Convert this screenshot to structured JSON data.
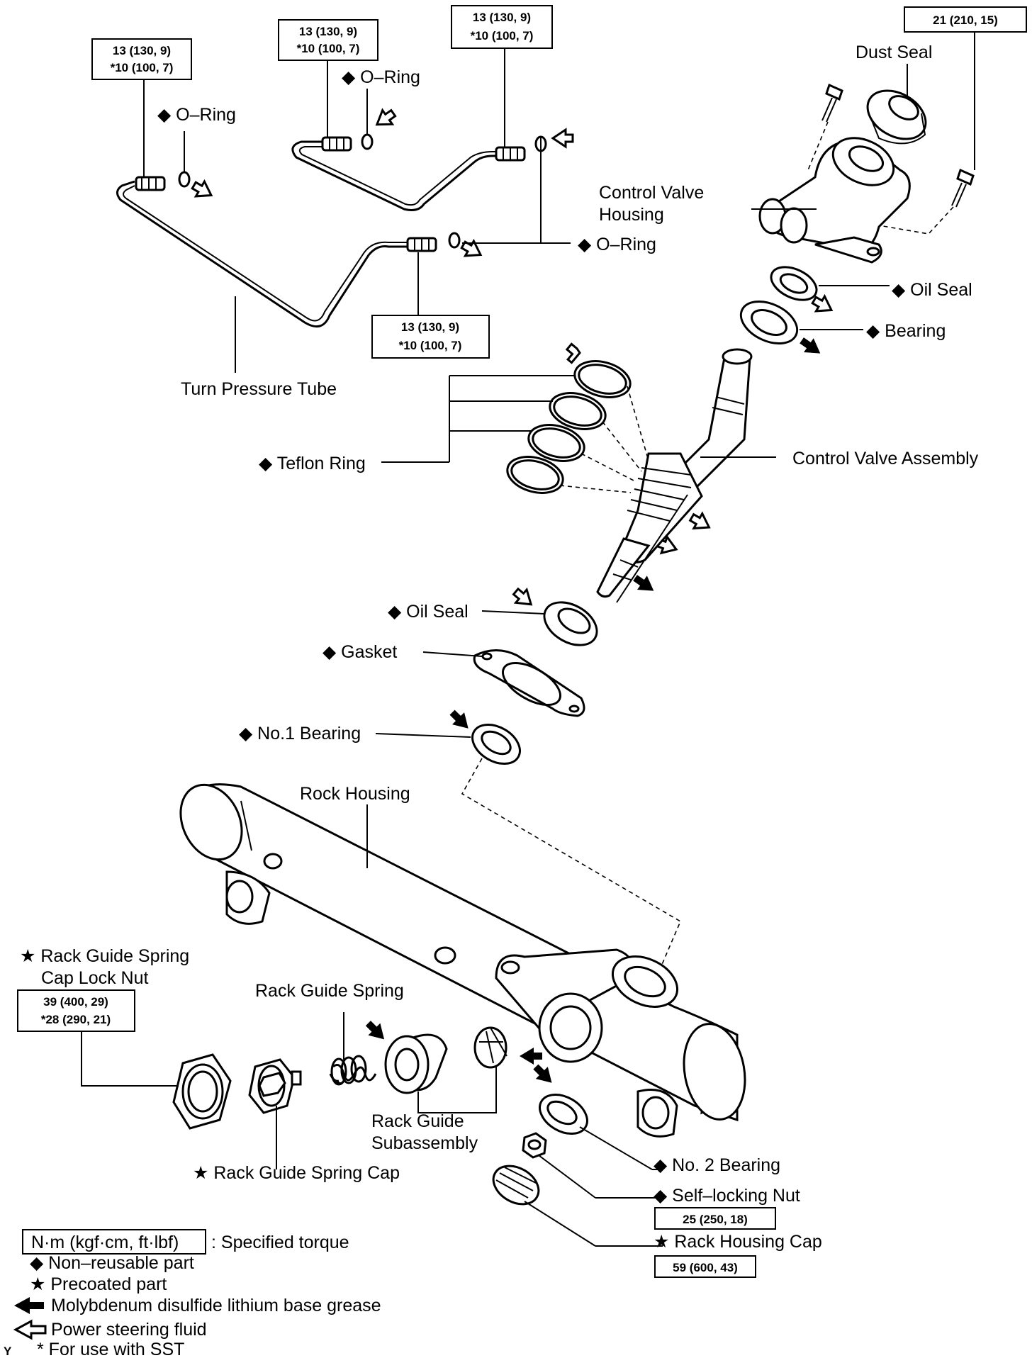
{
  "labels": {
    "dust_seal": "Dust Seal",
    "control_valve_housing_1": "Control Valve",
    "control_valve_housing_2": "Housing",
    "o_ring_1": "◆ O–Ring",
    "o_ring_2": "◆ O–Ring",
    "o_ring_3": "◆ O–Ring",
    "oil_seal_top": "◆ Oil Seal",
    "bearing": "◆ Bearing",
    "turn_pressure_tube": "Turn Pressure Tube",
    "teflon_ring": "◆ Teflon Ring",
    "control_valve_assembly": "Control Valve Assembly",
    "oil_seal_lower": "◆ Oil Seal",
    "gasket": "◆ Gasket",
    "no1_bearing": "◆ No.1 Bearing",
    "rock_housing": "Rock Housing",
    "rack_guide_lock_nut_1": "★ Rack Guide Spring",
    "rack_guide_lock_nut_2": "Cap Lock Nut",
    "rack_guide_spring": "Rack Guide Spring",
    "rack_guide_sub_1": "Rack Guide",
    "rack_guide_sub_2": "Subassembly",
    "rack_guide_spring_cap": "★ Rack Guide Spring Cap",
    "no2_bearing": "◆ No. 2 Bearing",
    "self_locking_nut": "◆ Self–locking Nut",
    "rack_housing_cap": "★ Rack Housing Cap"
  },
  "torques": {
    "t1_a": "13 (130, 9)",
    "t1_b": "*10 (100, 7)",
    "t2_a": "13 (130, 9)",
    "t2_b": "*10 (100, 7)",
    "t3_a": "13 (130, 9)",
    "t3_b": "*10 (100, 7)",
    "t4_a": "13 (130, 9)",
    "t4_b": "*10 (100, 7)",
    "t5": "21 (210, 15)",
    "t6_a": "39 (400, 29)",
    "t6_b": "*28 (290, 21)",
    "t7": "25 (250, 18)",
    "t8": "59 (600, 43)"
  },
  "legend": {
    "torque_box": "N·m (kgf·cm, ft·lbf)",
    "torque_desc": ": Specified torque",
    "non_reusable": "◆ Non–reusable part",
    "precoated": "★ Precoated part",
    "moly_grease": "Molybdenum disulfide lithium base grease",
    "ps_fluid": "Power steering fluid",
    "sst": "* For use with SST",
    "corner_mark": "Y"
  }
}
